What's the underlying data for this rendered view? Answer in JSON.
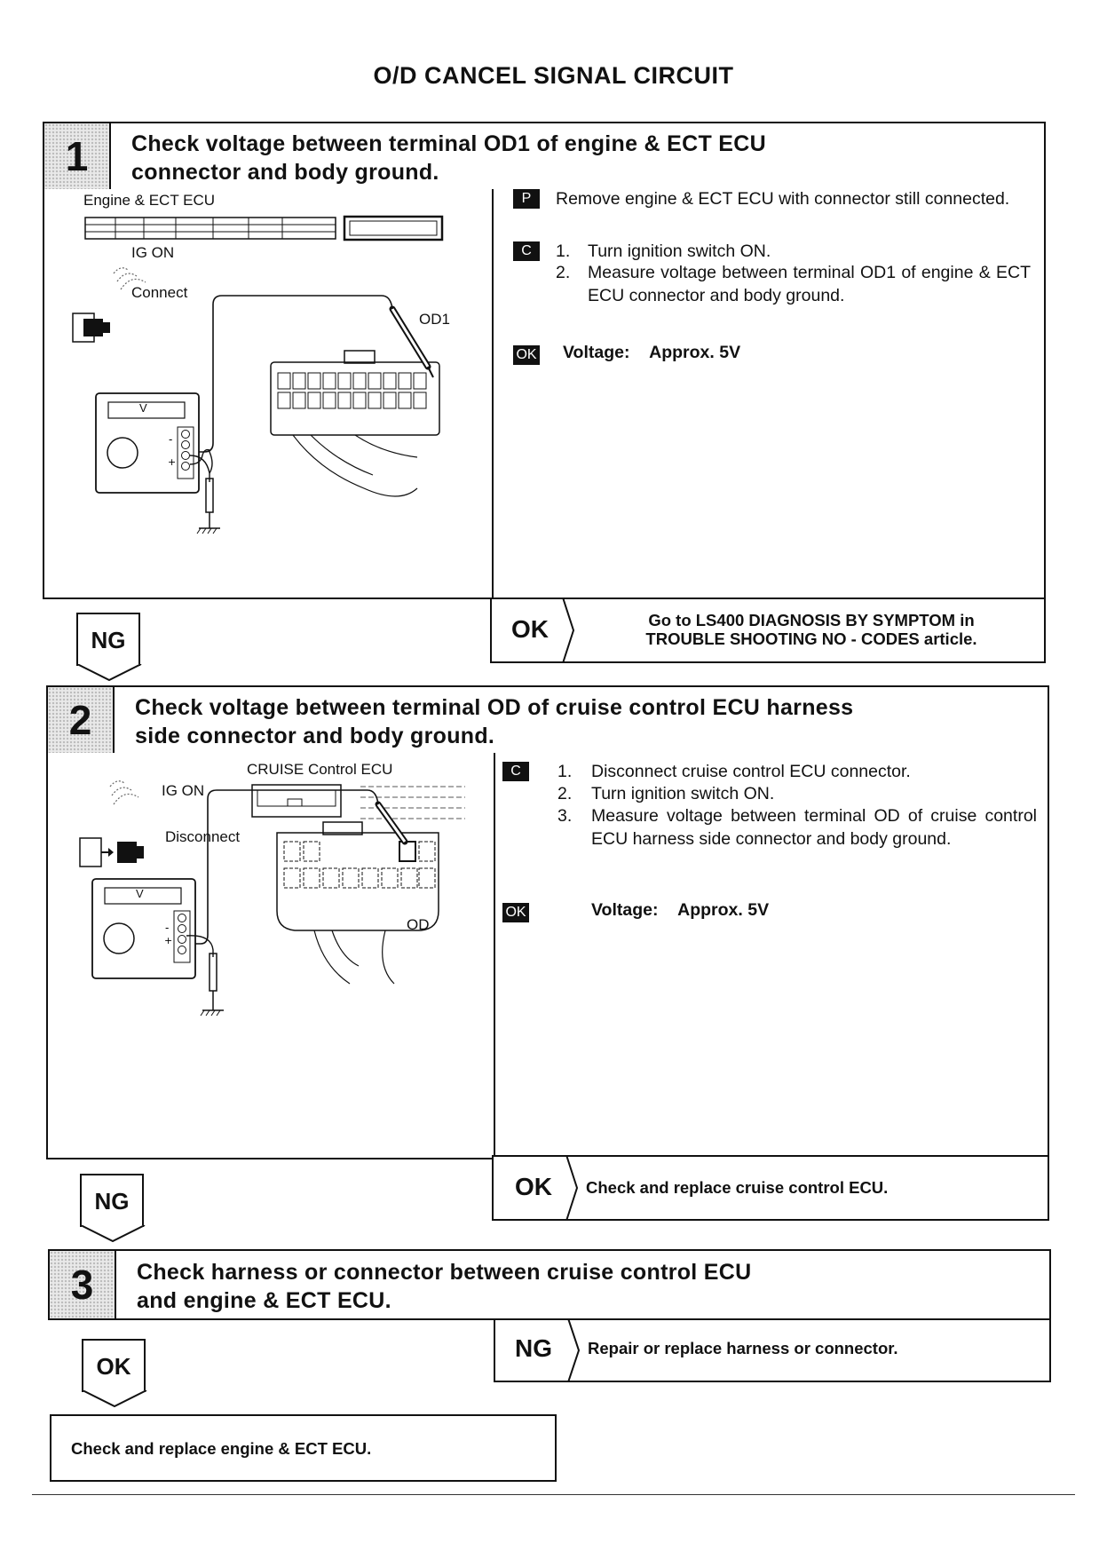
{
  "page": {
    "title": "O/D CANCEL SIGNAL CIRCUIT"
  },
  "step1": {
    "number": "1",
    "heading_line1": "Check voltage between terminal OD1 of engine & ECT ECU",
    "heading_line2": "connector and body ground.",
    "diagram": {
      "ecu_label": "Engine & ECT ECU",
      "ig_on": "IG ON",
      "connect": "Connect",
      "terminal": "OD1",
      "meter_unit": "V"
    },
    "badge_p": "P",
    "p_text": "Remove engine & ECT ECU with connector still connected.",
    "badge_c": "C",
    "c_steps": [
      {
        "n": "1.",
        "text": "Turn ignition switch ON."
      },
      {
        "n": "2.",
        "text": "Measure voltage between terminal OD1 of engine & ECT ECU connector and body ground."
      }
    ],
    "badge_ok": "OK",
    "spec_label": "Voltage:",
    "spec_value": "Approx. 5V",
    "ok_label": "OK",
    "ok_text_line1": "Go to LS400 DIAGNOSIS BY SYMPTOM in",
    "ok_text_line2": "TROUBLE SHOOTING NO - CODES article.",
    "ng_label": "NG"
  },
  "step2": {
    "number": "2",
    "heading_line1": "Check voltage between terminal OD of cruise control ECU harness",
    "heading_line2": "side connector and body ground.",
    "diagram": {
      "ecu_label": "CRUISE Control ECU",
      "ig_on": "IG ON",
      "disconnect": "Disconnect",
      "terminal": "OD",
      "meter_unit": "V"
    },
    "badge_c": "C",
    "c_steps": [
      {
        "n": "1.",
        "text": "Disconnect cruise control ECU connector."
      },
      {
        "n": "2.",
        "text": "Turn ignition switch ON."
      },
      {
        "n": "3.",
        "text": "Measure voltage between terminal OD of cruise control ECU harness side connector and body ground."
      }
    ],
    "badge_ok": "OK",
    "spec_label": "Voltage:",
    "spec_value": "Approx. 5V",
    "ok_label": "OK",
    "ok_text": "Check and replace cruise control ECU.",
    "ng_label": "NG"
  },
  "step3": {
    "number": "3",
    "heading_line1": "Check harness or connector between cruise control ECU",
    "heading_line2": "and engine & ECT ECU.",
    "ng_label": "NG",
    "ng_text": "Repair or replace harness or connector.",
    "ok_label": "OK"
  },
  "final": {
    "text": "Check and replace engine & ECT ECU."
  }
}
